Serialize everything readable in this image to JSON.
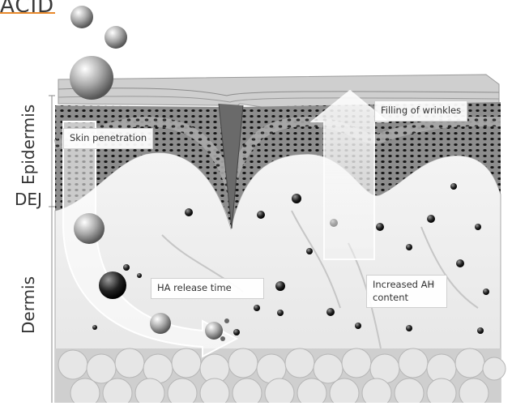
{
  "header": {
    "title": "ACID"
  },
  "layers": {
    "epidermis": "Epidermis",
    "dej": "DEJ",
    "dermis": "Dermis"
  },
  "labels": {
    "skin_penetration": "Skin penetration",
    "filling_wrinkles": "Filling of wrinkles",
    "ha_release": "HA release time",
    "increased_ah": "Increased AH content"
  },
  "colors": {
    "accent": "#e8892b"
  }
}
